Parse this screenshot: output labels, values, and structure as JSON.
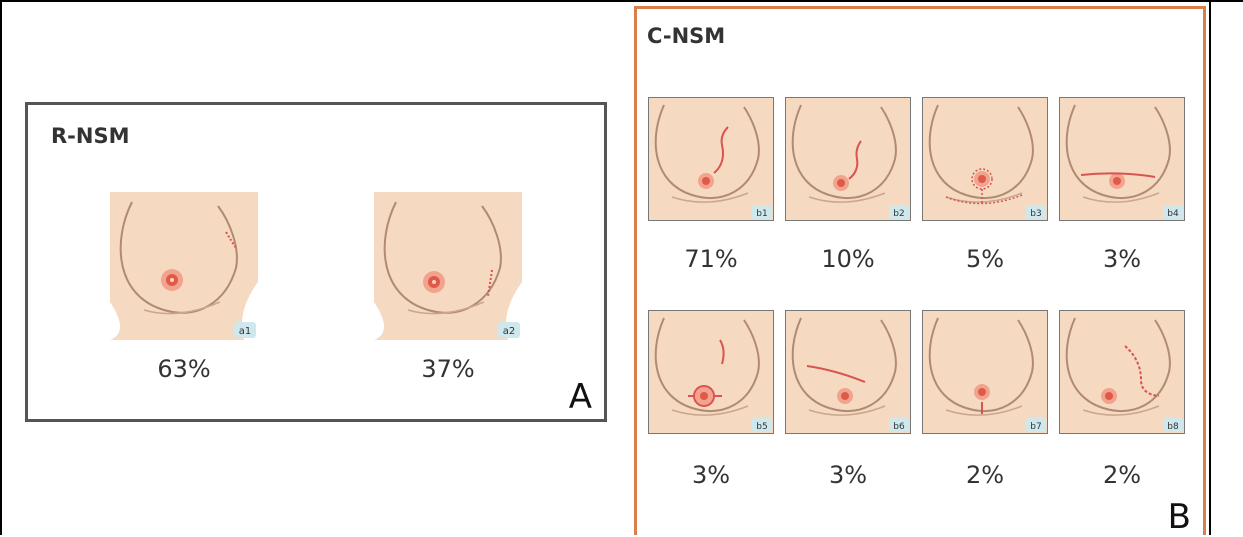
{
  "panel_a": {
    "title": "R-NSM",
    "letter": "A",
    "items": [
      {
        "tag": "a1",
        "percent": "63%"
      },
      {
        "tag": "a2",
        "percent": "37%"
      }
    ]
  },
  "panel_b": {
    "title": "C-NSM",
    "letter": "B",
    "items": [
      {
        "tag": "b1",
        "percent": "71%"
      },
      {
        "tag": "b2",
        "percent": "10%"
      },
      {
        "tag": "b3",
        "percent": "5%"
      },
      {
        "tag": "b4",
        "percent": "3%"
      },
      {
        "tag": "b5",
        "percent": "3%"
      },
      {
        "tag": "b6",
        "percent": "3%"
      },
      {
        "tag": "b7",
        "percent": "2%"
      },
      {
        "tag": "b8",
        "percent": "2%"
      }
    ]
  },
  "colors": {
    "panel_a_border": "#555555",
    "panel_b_border": "#d9804a",
    "skin": "#f6d9c1",
    "incision": "#d9534f",
    "tag_bg": "#cfe8ee"
  }
}
